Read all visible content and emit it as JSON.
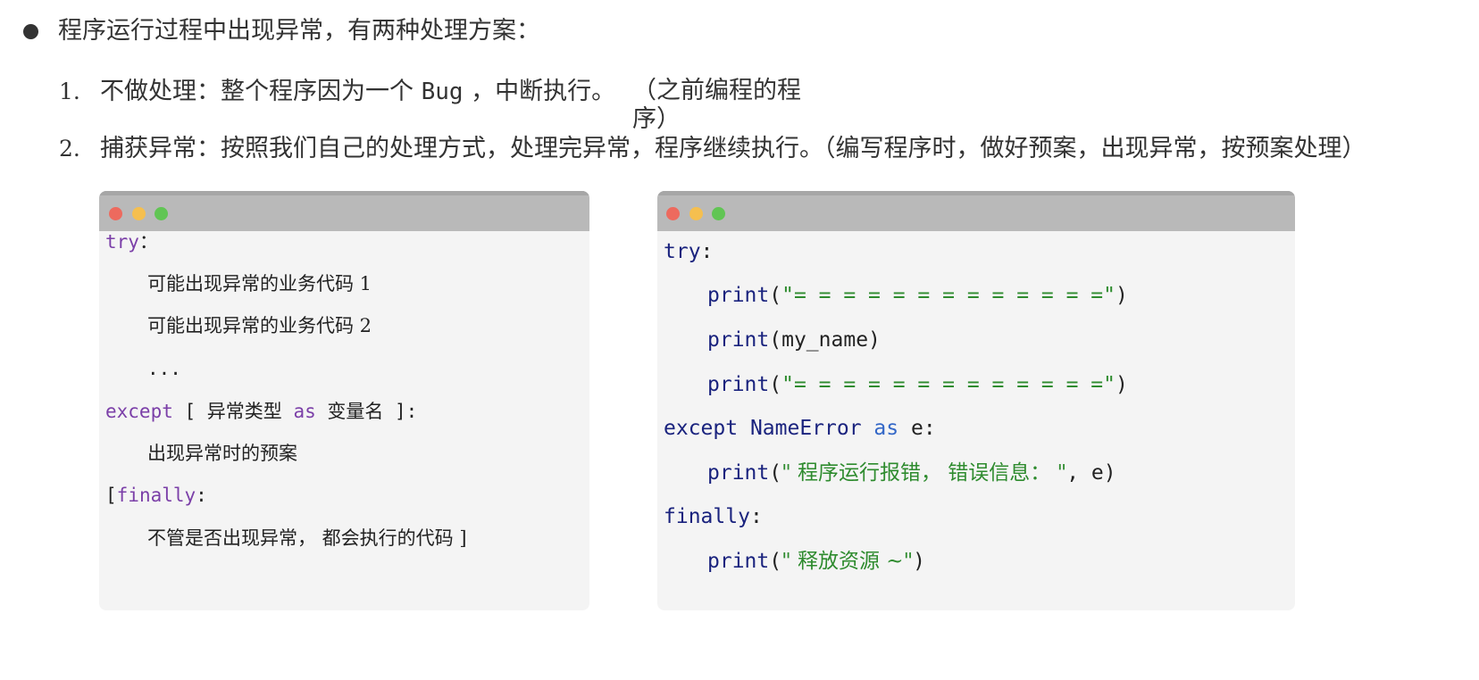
{
  "bullet": {
    "text": "程序运行过程中出现异常，有两种处理方案："
  },
  "items": [
    {
      "num": "1.",
      "text": "不做处理：整个程序因为一个",
      "code": "Bug",
      "text_after": "，中断执行。",
      "tail": "（之前编程的程序）"
    },
    {
      "num": "2.",
      "text": "捕获异常：按照我们自己的处理方式，处理完异常，程序继续执行。（编写程序时，做好预案，出现异常，按预案处理）"
    }
  ],
  "syntax_window": {
    "lines": [
      {
        "kw": "try",
        "rest": "："
      },
      {
        "text": "可能出现异常的业务代码 1"
      },
      {
        "text": "可能出现异常的业务代码 2"
      },
      {
        "text": "..."
      },
      {
        "kw": "except",
        "open": " [ ",
        "cn1": "异常类型",
        "as": " as ",
        "cn2": "变量名",
        "close": " ]:"
      },
      {
        "text": "出现异常时的预案"
      },
      {
        "open": "[",
        "kw": "finally",
        "colon": ":"
      },
      {
        "text": "不管是否出现异常， 都会执行的代码 ]"
      }
    ]
  },
  "example_window": {
    "lines": [
      {
        "kw": "try",
        "rest": ":"
      },
      {
        "fn": "print",
        "open": "(",
        "str": "\"= = = = = = = = = = = = =\"",
        "close": ")"
      },
      {
        "fn": "print",
        "open": "(",
        "arg": "my_name",
        "close": ")"
      },
      {
        "fn": "print",
        "open": "(",
        "str": "\"= = = = = = = = = = = = =\"",
        "close": ")"
      },
      {
        "kw": "except",
        "name": " NameError",
        "as": " as ",
        "var": "e",
        "colon": ":"
      },
      {
        "fn": "print",
        "open": "(",
        "str": "\" 程序运行报错， 错误信息： \"",
        "rest": ", e)"
      },
      {
        "kw": "finally",
        "colon": ":"
      },
      {
        "fn": "print",
        "open": "(",
        "str": "\" 释放资源 ~\"",
        "close": ")"
      }
    ]
  },
  "colors": {
    "keyword_purple": "#7b3fa8",
    "keyword_blue": "#1a237e",
    "string_green": "#2e8b2e",
    "light_red": "#ed6a5e",
    "light_yellow": "#f5bf4f",
    "light_green": "#61c554"
  },
  "icons": [
    "close-light",
    "minimize-light",
    "zoom-light",
    "bullet-dot"
  ]
}
